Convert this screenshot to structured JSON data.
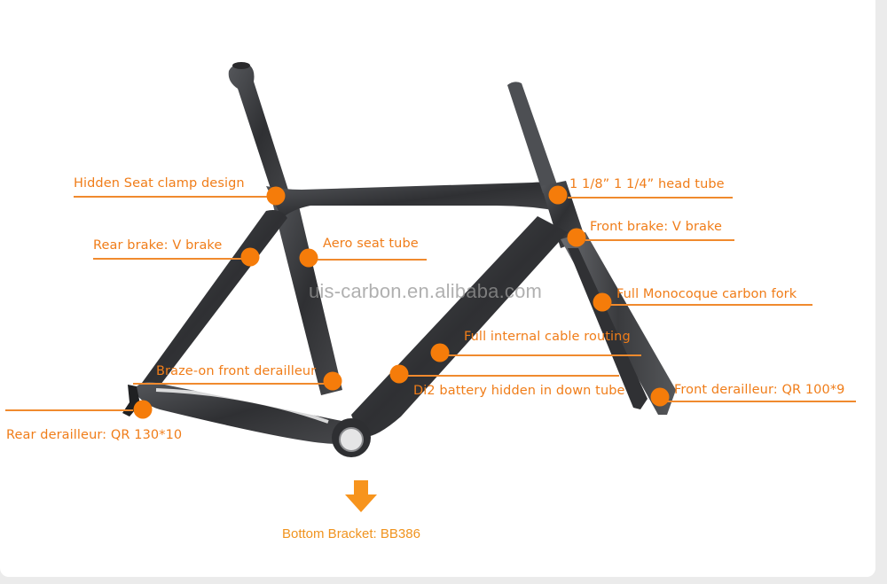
{
  "diagram": {
    "subject": "Carbon road bike frame and fork",
    "accent_color": "#f57c0a",
    "label_color": "#f07d19",
    "frame_color": "#3c3d40",
    "watermark": "uis-carbon.en.alibaba.com",
    "callouts": [
      {
        "id": "seat-clamp",
        "text": "Hidden Seat clamp design"
      },
      {
        "id": "rear-brake",
        "text": "Rear brake: V brake"
      },
      {
        "id": "aero-seat-tube",
        "text": "Aero seat tube"
      },
      {
        "id": "head-tube",
        "text": "1 1/8” 1 1/4” head tube"
      },
      {
        "id": "front-brake",
        "text": "Front brake: V brake"
      },
      {
        "id": "fork",
        "text": "Full Monocoque carbon fork"
      },
      {
        "id": "cable-routing",
        "text": "Full internal cable routing"
      },
      {
        "id": "front-derailleur-mount",
        "text": "Braze-on front derailleur"
      },
      {
        "id": "di2-battery",
        "text": "Di2 battery hidden in down tube"
      },
      {
        "id": "front-axle",
        "text": "Front derailleur: QR 100*9"
      },
      {
        "id": "rear-axle",
        "text": "Rear derailleur: QR 130*10"
      }
    ],
    "bottom_bracket": {
      "text": "Bottom Bracket: BB386",
      "arrow_icon": "arrow-down"
    }
  }
}
